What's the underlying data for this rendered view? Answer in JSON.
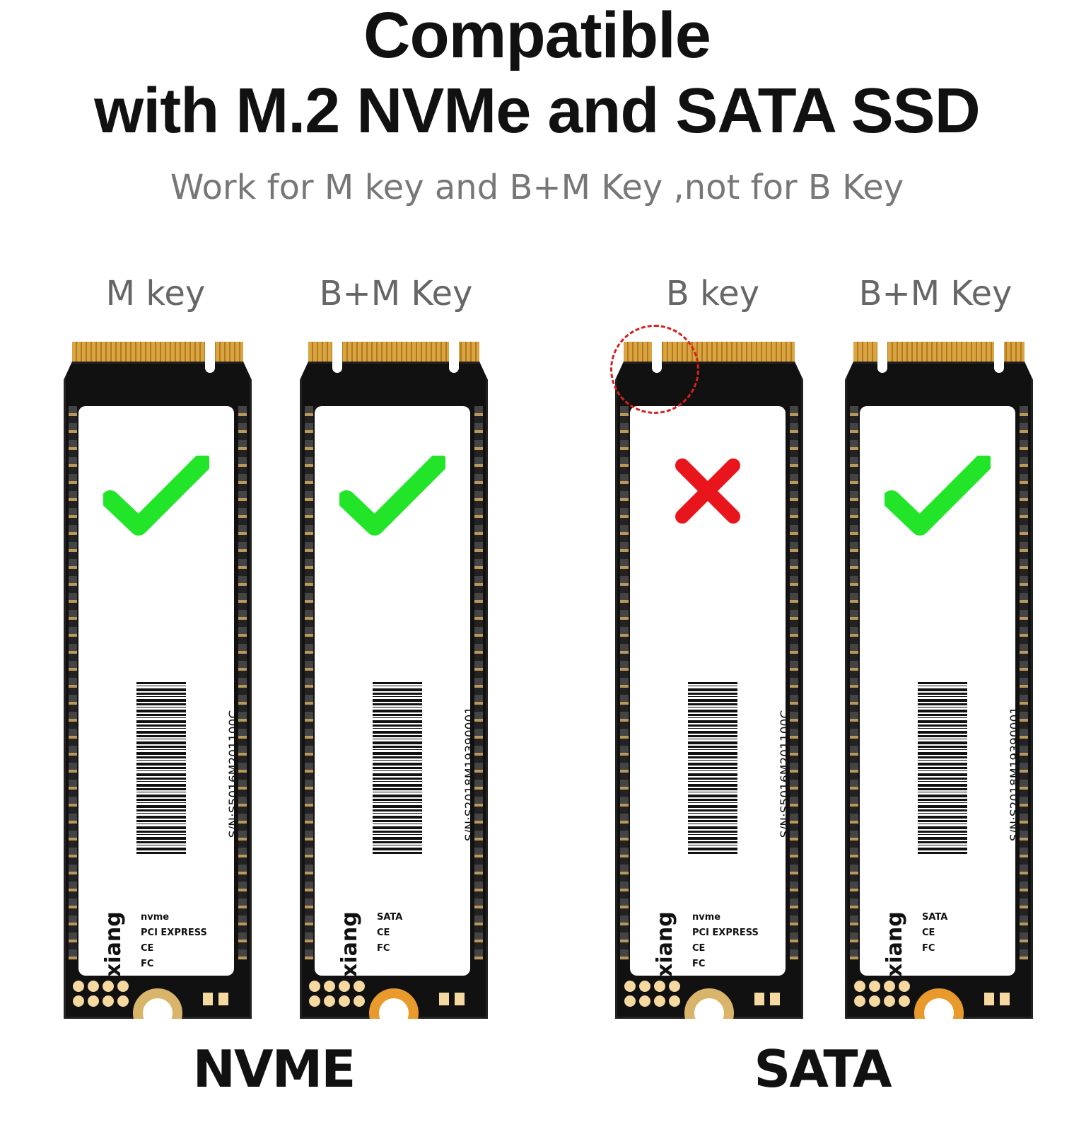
{
  "title_line1": "Compatible",
  "title_line2": "with M.2 NVMe and SATA SSD",
  "subtitle": "Work for M key and B+M Key ,not for B Key",
  "colors": {
    "check": "#22e52a",
    "cross": "#e8161c",
    "gold": "#d9a441",
    "orange": "#e89a2c"
  },
  "cards": [
    {
      "key_label": "M key",
      "status": "check-icon",
      "serial": "S/N:S5016M201100C",
      "brand": "fanxiang",
      "logos": [
        "nvme",
        "PCI EXPRESS",
        "CE",
        "FC"
      ],
      "notches": [
        78
      ]
    },
    {
      "key_label": "B+M Key",
      "status": "check-icon",
      "serial": "S/N:S2018M19390001",
      "brand": "fanxiang",
      "logos": [
        "SATA",
        "CE",
        "FC"
      ],
      "notches": [
        20,
        82
      ]
    },
    {
      "key_label": "B key",
      "status": "cross-icon",
      "serial": "S/N:S5016M201100C",
      "brand": "fanxiang",
      "logos": [
        "nvme",
        "PCI EXPRESS",
        "CE",
        "FC"
      ],
      "notches": [
        22
      ]
    },
    {
      "key_label": "B+M Key",
      "status": "check-icon",
      "serial": "S/N:S2018M19390001",
      "brand": "fanxiang",
      "logos": [
        "SATA",
        "CE",
        "FC"
      ],
      "notches": [
        20,
        82
      ]
    }
  ],
  "groups": {
    "nvme": "NVME",
    "sata": "SATA"
  }
}
